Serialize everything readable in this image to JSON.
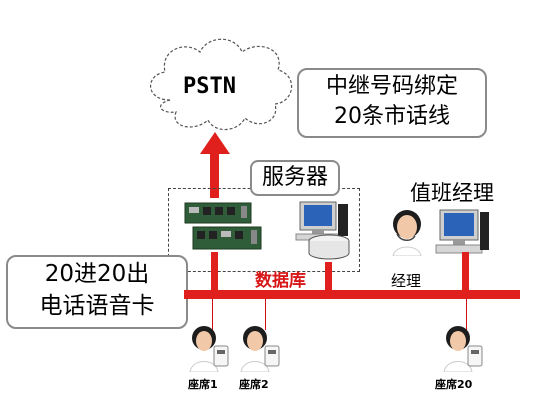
{
  "cloud": {
    "label": "PSTN"
  },
  "trunk_box": {
    "line1": "中继号码绑定",
    "line2": "20条市话线"
  },
  "server_box": {
    "label": "服务器"
  },
  "duty_manager": {
    "label": "值班经理"
  },
  "voice_card_box": {
    "line1": "20进20出",
    "line2": "电话语音卡"
  },
  "database": {
    "label": "数据库"
  },
  "manager": {
    "label": "经理"
  },
  "seats": [
    {
      "label": "座席1"
    },
    {
      "label": "座席2"
    },
    {
      "label": "座席20"
    }
  ],
  "colors": {
    "bus": "#e0201c",
    "label_border": "#8a8a8a"
  }
}
